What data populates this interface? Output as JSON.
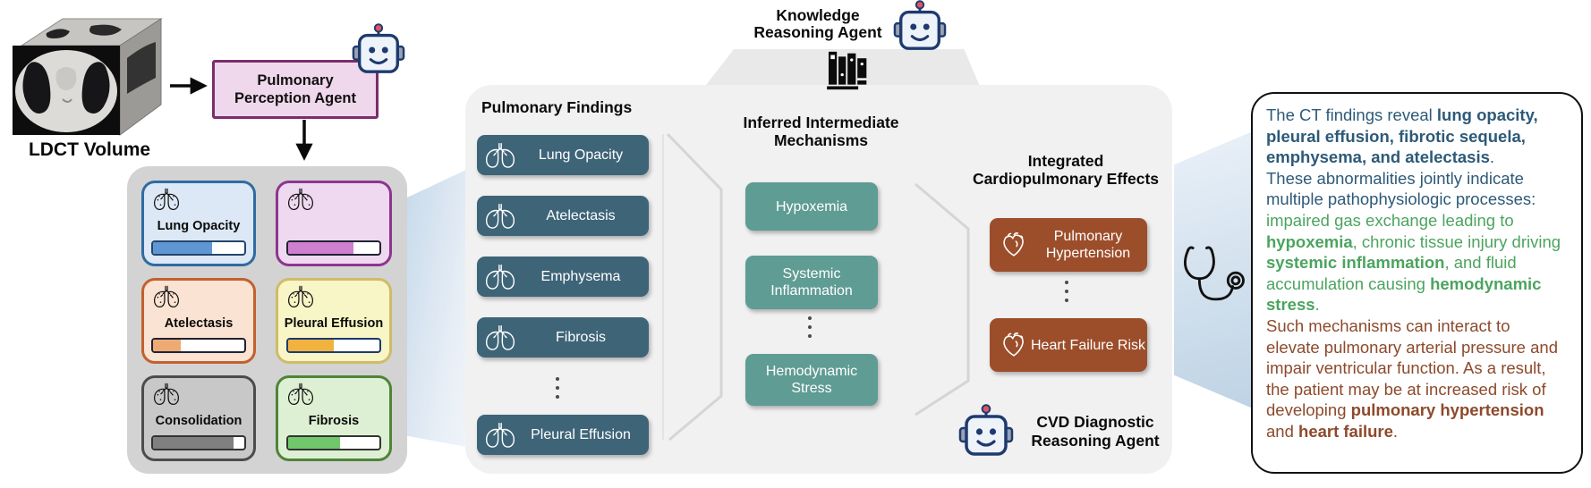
{
  "colors": {
    "finding_button": "#3E6478",
    "mechanism_button": "#5F9C93",
    "effect_button": "#9C4E2B",
    "agent_box_fill": "#F0D8EC",
    "agent_box_border": "#7B2D6E",
    "panel_bg": "#F1F1F2",
    "grid_bg": "#D3D3D3",
    "report_blue": "#2D5A78",
    "report_green": "#4CA45F",
    "report_brown": "#8D4A2B"
  },
  "input": {
    "label": "LDCT Volume"
  },
  "perception_agent": {
    "label": "Pulmonary Perception Agent"
  },
  "perception_grid": {
    "cards": [
      {
        "label": "Lung Opacity",
        "pct": 65,
        "bg": "#DCE8F5",
        "border": "#2F6BA3",
        "fill": "#5F97D4",
        "bar_border": "#24466B"
      },
      {
        "label": "",
        "pct": 72,
        "bg": "#EFD9F0",
        "border": "#8E3590",
        "fill": "#CF7FD0",
        "bar_border": "#222233"
      },
      {
        "label": "Atelectasis",
        "pct": 30,
        "bg": "#FAE3D3",
        "border": "#C2612E",
        "fill": "#EDAA74",
        "bar_border": "#222233"
      },
      {
        "label": "Pleural Effusion",
        "pct": 50,
        "bg": "#F8F6C6",
        "border": "#CFBB69",
        "fill": "#F1B23F",
        "bar_border": "#1D3A6E"
      },
      {
        "label": "Consolidation",
        "pct": 88,
        "bg": "#C8C8C8",
        "border": "#4C4C4C",
        "fill": "#808080",
        "bar_border": "#333333"
      },
      {
        "label": "Fibrosis",
        "pct": 57,
        "bg": "#DEF0D3",
        "border": "#4F8439",
        "fill": "#70C76C",
        "bar_border": "#333333"
      }
    ]
  },
  "knowledge_agent": {
    "line1": "Knowledge",
    "line2": "Reasoning Agent"
  },
  "findings": {
    "title": "Pulmonary Findings",
    "items": [
      "Lung Opacity",
      "Atelectasis",
      "Emphysema",
      "Fibrosis",
      "Pleural Effusion"
    ]
  },
  "mechanisms": {
    "title_line1": "Inferred Intermediate",
    "title_line2": "Mechanisms",
    "items": [
      "Hypoxemia",
      "Systemic Inflammation",
      "Hemodynamic Stress"
    ]
  },
  "effects": {
    "title_line1": "Integrated",
    "title_line2": "Cardiopulmonary Effects",
    "items": [
      "Pulmonary Hypertension",
      "Heart Failure Risk"
    ]
  },
  "cvd_agent": {
    "line1": "CVD Diagnostic",
    "line2": "Reasoning Agent"
  },
  "report": {
    "segments": [
      {
        "color": "blue",
        "bold": false,
        "text": "The CT findings reveal "
      },
      {
        "color": "blue",
        "bold": true,
        "text": "lung opacity, pleural effusion, fibrotic sequela, emphysema, and atelectasis"
      },
      {
        "color": "blue",
        "bold": false,
        "text": "."
      },
      {
        "break": true
      },
      {
        "color": "blue",
        "bold": false,
        "text": "These abnormalities jointly indicate multiple pathophysiologic processes:"
      },
      {
        "break": true
      },
      {
        "color": "green",
        "bold": false,
        "text": "impaired gas exchange leading to "
      },
      {
        "color": "green",
        "bold": true,
        "text": "hypoxemia"
      },
      {
        "color": "green",
        "bold": false,
        "text": ", chronic tissue injury driving "
      },
      {
        "color": "green",
        "bold": true,
        "text": "systemic inflammation"
      },
      {
        "color": "green",
        "bold": false,
        "text": ", and fluid accumulation causing "
      },
      {
        "color": "green",
        "bold": true,
        "text": "hemodynamic stress"
      },
      {
        "color": "green",
        "bold": false,
        "text": "."
      },
      {
        "break": true
      },
      {
        "color": "brown",
        "bold": false,
        "text": "Such mechanisms can interact to elevate pulmonary arterial pressure and impair ventricular function. As a result, the patient may be at increased risk of developing "
      },
      {
        "color": "brown",
        "bold": true,
        "text": "pulmonary hypertension"
      },
      {
        "color": "brown",
        "bold": false,
        "text": " and "
      },
      {
        "color": "brown",
        "bold": true,
        "text": "heart failure"
      },
      {
        "color": "brown",
        "bold": false,
        "text": "."
      }
    ]
  }
}
